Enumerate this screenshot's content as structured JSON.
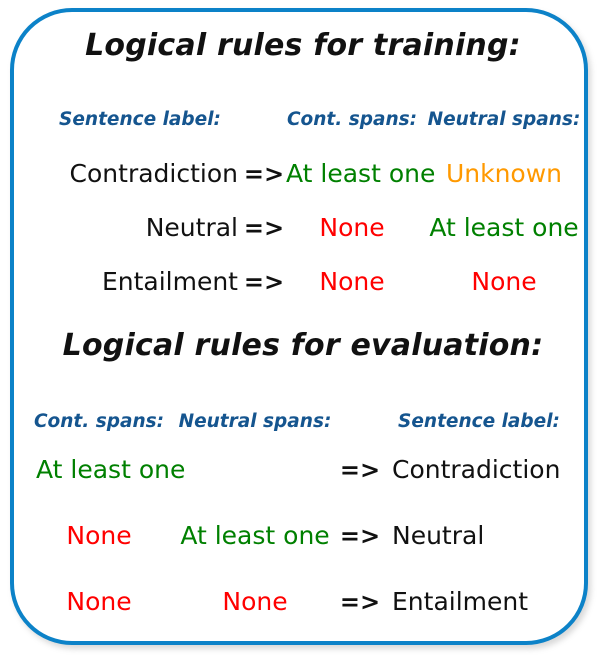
{
  "panel": {
    "border_color": "#0c82c8",
    "background_color": "#ffffff"
  },
  "colors": {
    "header_blue": "#15558f",
    "label_black": "#111111",
    "positive_green": "#008000",
    "negative_red": "#ff0000",
    "unknown_orange": "#ff9900"
  },
  "training": {
    "title": "Logical rules for training:",
    "headers": {
      "sentence_label": "Sentence label:",
      "cont_spans": "Cont. spans:",
      "neutral_spans": "Neutral spans:"
    },
    "arrow": "=>",
    "rows": [
      {
        "sentence_label": "Contradiction",
        "arrow": "=>",
        "cont_spans": "At least one",
        "neutral_spans": "Unknown"
      },
      {
        "sentence_label": "Neutral",
        "arrow": "=>",
        "cont_spans": "None",
        "neutral_spans": "At least one"
      },
      {
        "sentence_label": "Entailment",
        "arrow": "=>",
        "cont_spans": "None",
        "neutral_spans": "None"
      }
    ]
  },
  "evaluation": {
    "title": "Logical rules for evaluation:",
    "headers": {
      "cont_spans": "Cont. spans:",
      "neutral_spans": "Neutral spans:",
      "sentence_label": "Sentence label:"
    },
    "arrow": "=>",
    "rows": [
      {
        "cont_spans": "At least one",
        "neutral_spans": "",
        "arrow": "=>",
        "sentence_label": "Contradiction"
      },
      {
        "cont_spans": "None",
        "neutral_spans": "At least one",
        "arrow": "=>",
        "sentence_label": "Neutral"
      },
      {
        "cont_spans": "None",
        "neutral_spans": "None",
        "arrow": "=>",
        "sentence_label": "Entailment"
      }
    ]
  }
}
